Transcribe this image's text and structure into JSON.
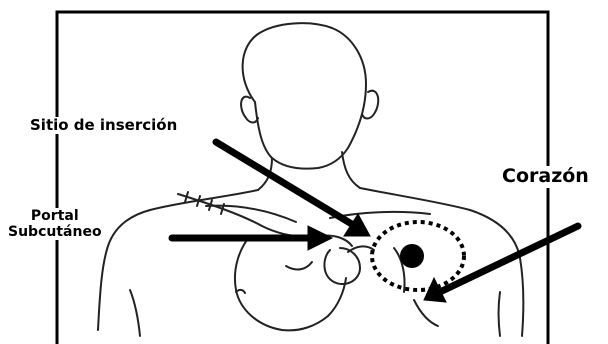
{
  "labels": {
    "insertion_site": "Sitio de inserción",
    "portal_line1": "Portal",
    "portal_line2": "Subcutáneo",
    "heart": "Corazón"
  },
  "colors": {
    "line": "#000000",
    "background": "#ffffff"
  }
}
